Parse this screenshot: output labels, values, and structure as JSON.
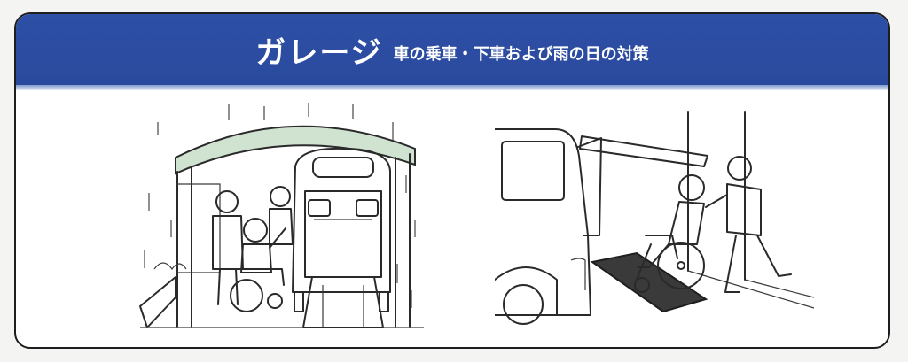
{
  "header": {
    "title": "ガレージ",
    "subtitle": "車の乗車・下車および雨の日の対策"
  },
  "colors": {
    "header_blue": "#2a4a9d",
    "roof_green": "#cfe3d0",
    "ramp_gray": "#3a3a3a"
  },
  "illustrations": [
    {
      "name": "garage-scene",
      "icons": [
        "carport-roof-icon",
        "van-rear-icon",
        "wheelchair-user-icon",
        "elderly-man-icon",
        "caregiver-icon",
        "rain-icon"
      ]
    },
    {
      "name": "van-boarding-scene",
      "icons": [
        "van-side-icon",
        "ramp-icon",
        "wheelchair-icon",
        "caregiver-pushing-icon"
      ]
    }
  ]
}
